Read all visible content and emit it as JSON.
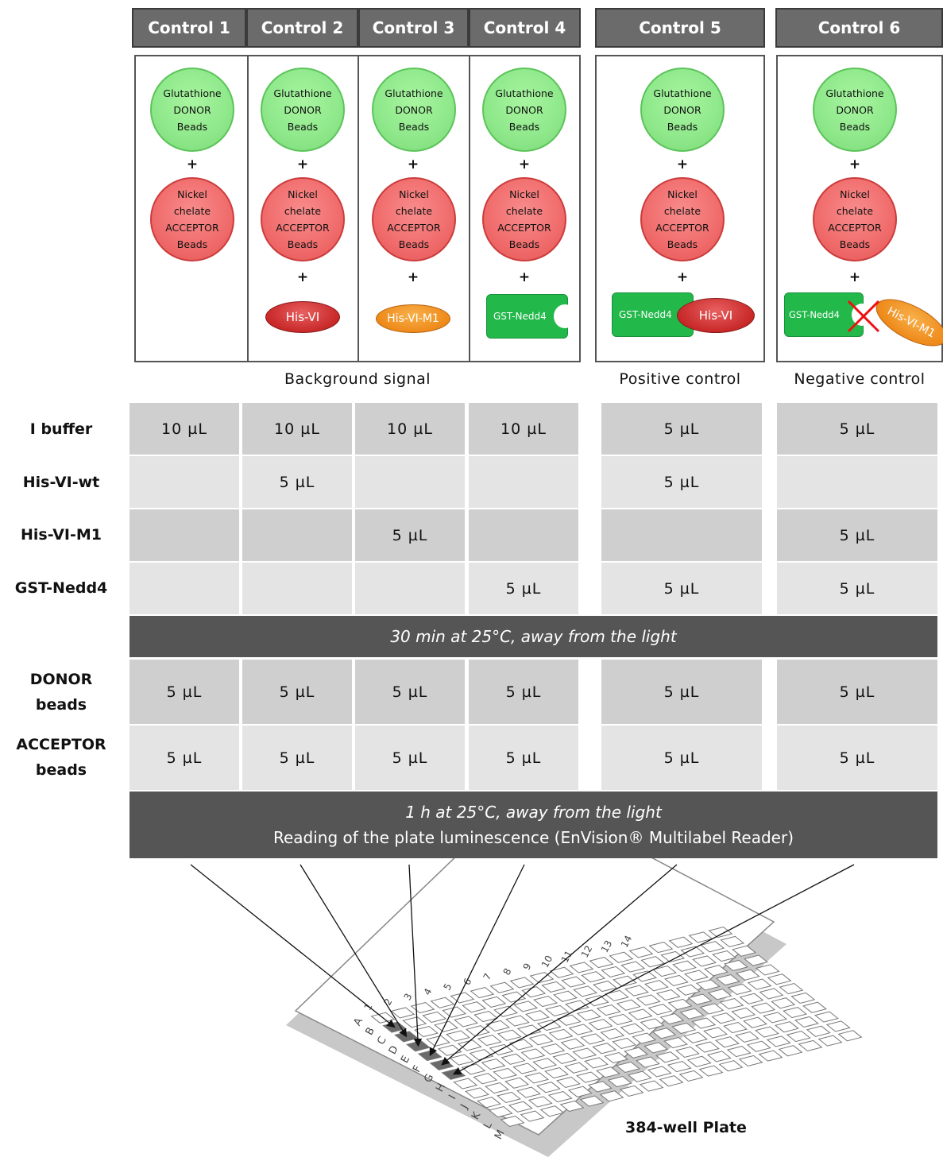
{
  "controls": [
    {
      "label": "Control 1"
    },
    {
      "label": "Control 2",
      "analyte": "His-VI"
    },
    {
      "label": "Control 3",
      "analyte": "His-VI-M1"
    },
    {
      "label": "Control 4",
      "analyte": "GST-Nedd4"
    },
    {
      "label": "Control 5",
      "analyte_a": "GST-Nedd4",
      "analyte_b": "His-VI"
    },
    {
      "label": "Control 6",
      "analyte_a": "GST-Nedd4",
      "analyte_b": "His-VI-M1"
    }
  ],
  "donor_bead": {
    "line1": "Glutathione",
    "line2": "DONOR",
    "line3": "Beads"
  },
  "acceptor_bead": {
    "line1": "Nickel",
    "line2": "chelate",
    "line3": "ACCEPTOR",
    "line4": "Beads"
  },
  "plus": "+",
  "sections": {
    "background": "Background signal",
    "positive": "Positive control",
    "negative": "Negative control"
  },
  "rows": {
    "buffer": {
      "label": "I buffer",
      "values": [
        "10 µL",
        "10 µL",
        "10 µL",
        "10 µL",
        "5 µL",
        "5 µL"
      ]
    },
    "his_wt": {
      "label": "His-VI-wt",
      "values": [
        "",
        "5 µL",
        "",
        "",
        "5 µL",
        ""
      ]
    },
    "his_m1": {
      "label": "His-VI-M1",
      "values": [
        "",
        "",
        "5 µL",
        "",
        "",
        "5 µL"
      ]
    },
    "gst": {
      "label": "GST-Nedd4",
      "values": [
        "",
        "",
        "",
        "5 µL",
        "5 µL",
        "5 µL"
      ]
    },
    "donor": {
      "label_line1": "DONOR",
      "label_line2": "beads",
      "values": [
        "5 µL",
        "5 µL",
        "5 µL",
        "5 µL",
        "5 µL",
        "5 µL"
      ]
    },
    "acceptor": {
      "label_line1": "ACCEPTOR",
      "label_line2": "beads",
      "values": [
        "5 µL",
        "5 µL",
        "5 µL",
        "5 µL",
        "5 µL",
        "5 µL"
      ]
    }
  },
  "incubation1": "30 min at 25°C, away from the light",
  "incubation2_line1": "1 h at 25°C, away from the light",
  "incubation2_line2": "Reading of the plate luminescence (EnVision® Multilabel Reader)",
  "plate": {
    "label": "384-well Plate",
    "col_labels": [
      "1",
      "2",
      "3",
      "4",
      "5",
      "6",
      "7",
      "8",
      "9",
      "10",
      "11",
      "12",
      "13",
      "14"
    ],
    "row_labels": [
      "A",
      "B",
      "C",
      "D",
      "E",
      "F",
      "G",
      "H",
      "I",
      "J",
      "K",
      "L",
      "M"
    ]
  },
  "colors": {
    "header_bg": "#6b6b6b",
    "band_bg": "#555555",
    "cell_dark": "#cfcfcf",
    "cell_light": "#e4e4e4",
    "donor": "#8ee88a",
    "acceptor": "#f06b6b",
    "gst": "#22b84a"
  }
}
